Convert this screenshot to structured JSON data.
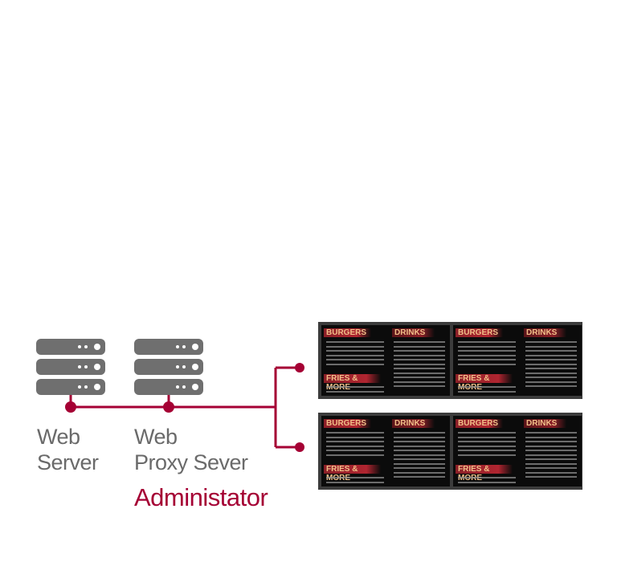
{
  "diagram": {
    "web_server": {
      "line1": "Web",
      "line2": "Server",
      "icon": "server-rack-icon"
    },
    "proxy_server": {
      "line1": "Web",
      "line2": "Proxy Sever",
      "icon": "server-rack-icon"
    },
    "administrator_label": "Administator",
    "displays": [
      {
        "panels": [
          {
            "section_1": "BURGERS",
            "section_2": "DRINKS",
            "section_3": "FRIES & MORE"
          },
          {
            "section_1": "BURGERS",
            "section_2": "DRINKS",
            "section_3": "FRIES & MORE"
          }
        ]
      },
      {
        "panels": [
          {
            "section_1": "BURGERS",
            "section_2": "DRINKS",
            "section_3": "FRIES & MORE"
          },
          {
            "section_1": "BURGERS",
            "section_2": "DRINKS",
            "section_3": "FRIES & MORE"
          }
        ]
      }
    ]
  },
  "colors": {
    "accent": "#a50034",
    "server": "#6f6f6f",
    "text": "#6a6a6a"
  }
}
